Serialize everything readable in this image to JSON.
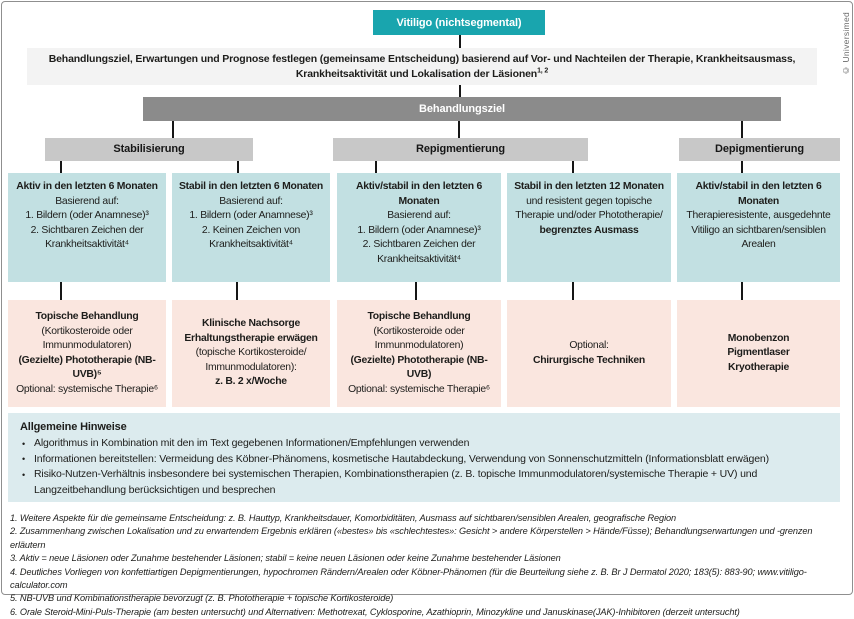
{
  "meta": {
    "copyright": "© Universimed"
  },
  "root_box": {
    "label": "Vitiligo (nichtsegmental)"
  },
  "decision_box": {
    "line1": "Behandlungsziel, Erwartungen und Prognose festlegen (gemeinsame Entscheidung) basierend auf Vor- und Nachteilen der Therapie, Krankheitsausmass,",
    "line2": "Krankheitsaktivität und Lokalisation der Läsionen",
    "line2_sup": "1, 2"
  },
  "goal_bar": {
    "label": "Behandlungsziel"
  },
  "branches": {
    "stabilisierung": "Stabilisierung",
    "repigmentierung": "Repigmentierung",
    "depigmentierung": "Depigmentierung"
  },
  "criteria": {
    "c1": {
      "head": "Aktiv in den letzten 6 Monaten",
      "l1": "Basierend auf:",
      "l2": "1. Bildern (oder Anamnese)³",
      "l3": "2. Sichtbaren Zeichen der Krankheitsaktivität⁴"
    },
    "c2": {
      "head": "Stabil in den letzten 6 Monaten",
      "l1": "Basierend auf:",
      "l2": "1. Bildern (oder Anamnese)³",
      "l3": "2. Keinen Zeichen von Krankheitsaktivität⁴"
    },
    "c3": {
      "head": "Aktiv/stabil in den letzten 6 Monaten",
      "l1": "Basierend auf:",
      "l2": "1. Bildern (oder Anamnese)³",
      "l3": "2. Sichtbaren Zeichen der Krankheitsaktivität⁴"
    },
    "c4": {
      "head": "Stabil in den letzten 12 Monaten",
      "l1": "und resistent gegen topische Therapie und/oder Phototherapie/",
      "bold_tail": "begrenztes Ausmass"
    },
    "c5": {
      "head": "Aktiv/stabil in den letzten 6 Monaten",
      "l1": "Therapieresistente, ausgedehnte Vitiligo an sichtbaren/sensiblen Arealen"
    }
  },
  "treatments": {
    "t1": {
      "b1": "Topische Behandlung",
      "n1": "(Kortikosteroide oder Immunmodulatoren)",
      "b2": "(Gezielte) Phototherapie (NB-UVB)⁵",
      "n2": "Optional: systemische Therapie⁶"
    },
    "t2": {
      "b1": "Klinische Nachsorge Erhaltungstherapie erwägen",
      "n1": "(topische Kortikosteroide/ Immunmodulatoren):",
      "b2": "z. B. 2 x/Woche"
    },
    "t3": {
      "b1": "Topische Behandlung",
      "n1": "(Kortikosteroide oder Immunmodulatoren)",
      "b2": "(Gezielte) Phototherapie (NB-UVB)",
      "n2": "Optional: systemische Therapie⁶"
    },
    "t4": {
      "n1": "Optional:",
      "b1": "Chirurgische Techniken"
    },
    "t5": {
      "b1": "Monobenzon",
      "b2": "Pigmentlaser",
      "b3": "Kryotherapie"
    }
  },
  "notes": {
    "title": "Allgemeine Hinweise",
    "bullet1": "Algorithmus in Kombination mit den im Text gegebenen Informationen/Empfehlungen verwenden",
    "bullet2": "Informationen bereitstellen: Vermeidung des Köbner-Phänomens, kosmetische Hautabdeckung, Verwendung von Sonnenschutzmitteln (Informationsblatt erwägen)",
    "bullet3": "Risiko-Nutzen-Verhältnis insbesondere bei systemischen Therapien, Kombinationstherapien (z. B. topische Immunmodulatoren/systemische Therapie + UV) und Langzeitbehandlung berücksichtigen und besprechen"
  },
  "footnotes": {
    "f1": "1. Weitere Aspekte für die gemeinsame Entscheidung: z. B. Hauttyp, Krankheitsdauer, Komorbiditäten, Ausmass auf sichtbaren/sensiblen Arealen, geografische Region",
    "f2": "2. Zusammenhang zwischen Lokalisation und zu erwartendem Ergebnis erklären («bestes» bis «schlechtestes»: Gesicht > andere Körperstellen > Hände/Füsse); Behandlungserwartungen und -grenzen erläutern",
    "f3": "3. Aktiv = neue Läsionen oder Zunahme bestehender Läsionen; stabil = keine neuen Läsionen oder keine Zunahme bestehender Läsionen",
    "f4": "4. Deutliches Vorliegen von konfettiartigen Depigmentierungen, hypochromen Rändern/Arealen oder Köbner-Phänomen (für die Beurteilung siehe z. B. Br J Dermatol 2020; 183(5): 883-90; www.vitiligo-calculator.com",
    "f5": "5. NB-UVB und Kombinationstherapie bevorzugt (z. B. Phototherapie + topische Kortikosteroide)",
    "f6": "6. Orale Steroid-Mini-Puls-Therapie (am besten untersucht) und Alternativen: Methotrexat, Cyklosporine, Azathioprin, Minozykline und Januskinase(JAK)-Inhibitoren (derzeit untersucht)"
  },
  "colors": {
    "teal_header": "#19a5ae",
    "teal_box": "#c2e0e2",
    "pink_box": "#fae6df",
    "notes_box": "#dcebee",
    "goal_bar": "#8b8b8b",
    "branch_bar": "#c8c8c8",
    "decision_box": "#f3f3f3"
  }
}
